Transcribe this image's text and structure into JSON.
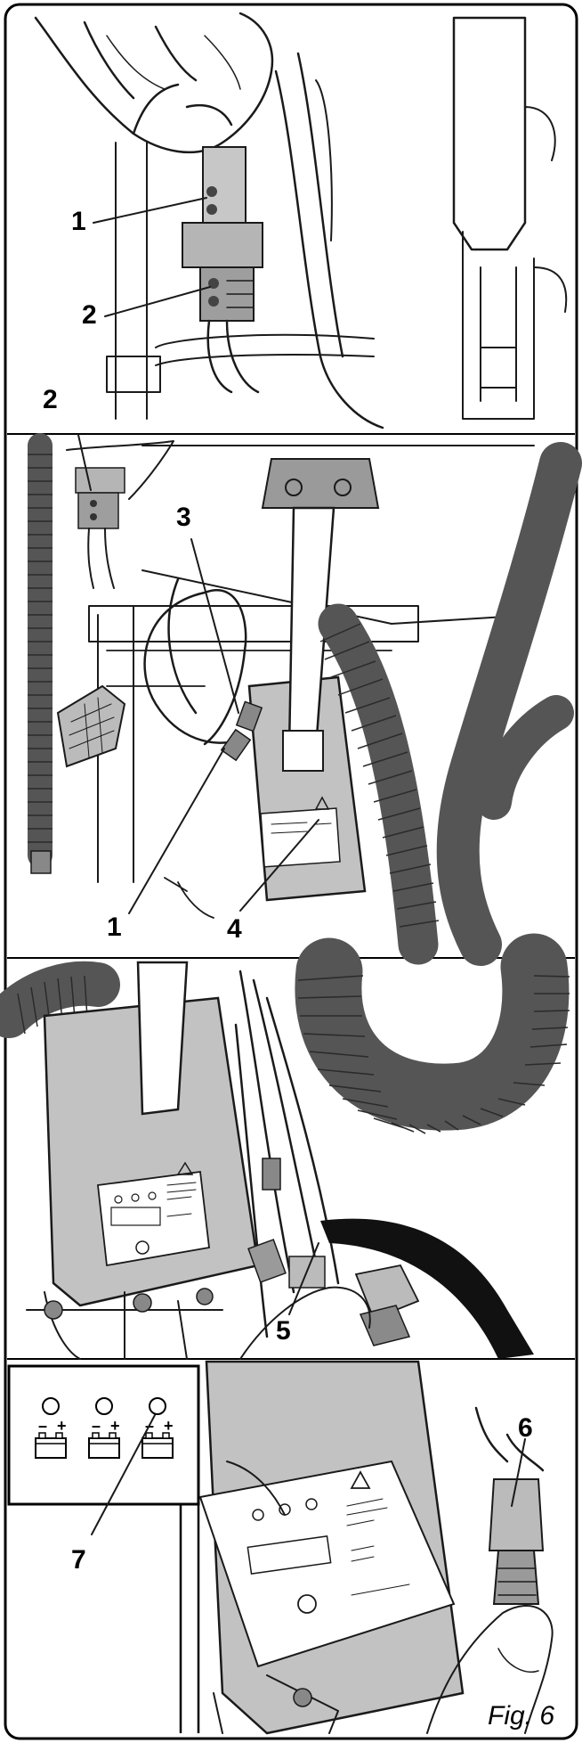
{
  "figure": {
    "caption": "Fig. 6",
    "panels": [
      {
        "id": "panel-1",
        "callouts": [
          "1",
          "2"
        ]
      },
      {
        "id": "panel-2",
        "callouts": [
          "2",
          "3",
          "1",
          "4"
        ]
      },
      {
        "id": "panel-3",
        "callouts": [
          "5"
        ]
      },
      {
        "id": "panel-4",
        "callouts": [
          "7",
          "6"
        ]
      }
    ]
  },
  "callouts": {
    "p1_1": "1",
    "p1_2": "2",
    "p2_2": "2",
    "p2_3": "3",
    "p2_1": "1",
    "p2_4": "4",
    "p3_5": "5",
    "p4_7": "7",
    "p4_6": "6"
  },
  "indicator": {
    "plus": "+",
    "minus": "–"
  },
  "colors": {
    "ink": "#1a1a1a",
    "hose": "#555555",
    "panel_border": "#000000",
    "background": "#ffffff"
  }
}
